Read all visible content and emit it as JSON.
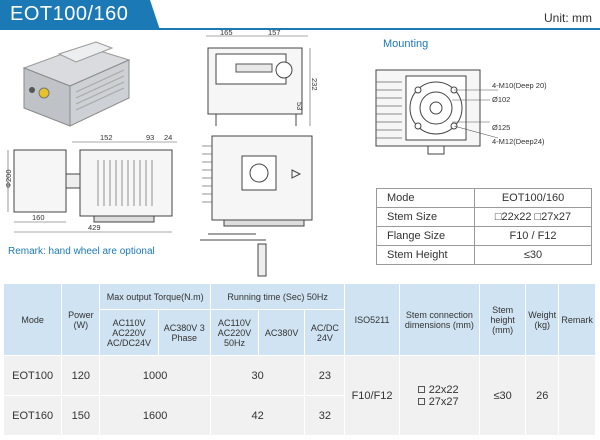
{
  "header": {
    "title": "EOT100/160",
    "unit": "Unit: mm"
  },
  "drawing": {
    "dims": {
      "top_width_a": "165",
      "top_width_b": "157",
      "height_232": "232",
      "height_53": "53",
      "side_152": "152",
      "side_93": "93",
      "side_24": "24",
      "phi_200": "Φ200",
      "len_160": "160",
      "len_429": "429"
    },
    "mount_labels": {
      "m10": "4-M10(Deep 20)",
      "phi102": "Ø102",
      "phi125": "Ø125",
      "m12": "4-M12(Deep24)"
    }
  },
  "remark": "Remark: hand wheel are optional",
  "mounting": {
    "title": "Mounting",
    "table": [
      {
        "label": "Mode",
        "value": "EOT100/160"
      },
      {
        "label": "Stem Size",
        "value": "□22x22  □27x27"
      },
      {
        "label": "Flange Size",
        "value": "F10 / F12"
      },
      {
        "label": "Stem Height",
        "value": "≤30"
      }
    ]
  },
  "main_table": {
    "headers": {
      "mode": "Mode",
      "power": "Power (W)",
      "torque": "Max output Torque(N.m)",
      "torque_ac110": "AC110V AC220V AC/DC24V",
      "torque_ac380": "AC380V 3 Phase",
      "time": "Running time (Sec) 50Hz",
      "time_ac110": "AC110V AC220V 50Hz",
      "time_ac380": "AC380V",
      "time_acdc": "AC/DC 24V",
      "iso": "ISO5211",
      "stem_dims": "Stem connection dimensions (mm)",
      "stem_height": "Stem height (mm)",
      "weight": "Weight (kg)",
      "remark": "Remark"
    },
    "rows": [
      {
        "mode": "EOT100",
        "power": "120",
        "torque": "1000",
        "time": "30",
        "time_dc": "23"
      },
      {
        "mode": "EOT160",
        "power": "150",
        "torque": "1600",
        "time": "42",
        "time_dc": "32"
      }
    ],
    "shared": {
      "iso": "F10/F12",
      "stem_a": "22x22",
      "stem_b": "27x27",
      "stem_height": "≤30",
      "weight": "26"
    }
  }
}
